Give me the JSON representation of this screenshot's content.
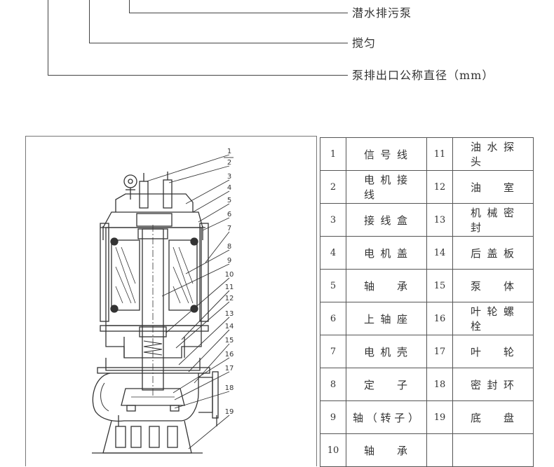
{
  "model_legend": {
    "items": [
      {
        "label": "潜水排污泵"
      },
      {
        "label": "搅匀"
      },
      {
        "label": "泵排出口公称直径（mm）"
      }
    ]
  },
  "diagram": {
    "callouts": [
      "1",
      "2",
      "3",
      "4",
      "5",
      "6",
      "7",
      "8",
      "9",
      "10",
      "11",
      "12",
      "13",
      "14",
      "15",
      "16",
      "17",
      "18",
      "19"
    ]
  },
  "parts": [
    {
      "no": "1",
      "name": "信号线"
    },
    {
      "no": "2",
      "name": "电机接线"
    },
    {
      "no": "3",
      "name": "接线盒"
    },
    {
      "no": "4",
      "name": "电机盖"
    },
    {
      "no": "5",
      "name": "轴承"
    },
    {
      "no": "6",
      "name": "上轴座"
    },
    {
      "no": "7",
      "name": "电机壳"
    },
    {
      "no": "8",
      "name": "定子"
    },
    {
      "no": "9",
      "name": "轴（转子）"
    },
    {
      "no": "10",
      "name": "轴承"
    },
    {
      "no": "11",
      "name": "油水探头"
    },
    {
      "no": "12",
      "name": "油室"
    },
    {
      "no": "13",
      "name": "机械密封"
    },
    {
      "no": "14",
      "name": "后盖板"
    },
    {
      "no": "15",
      "name": "泵体"
    },
    {
      "no": "16",
      "name": "叶轮螺栓"
    },
    {
      "no": "17",
      "name": "叶轮"
    },
    {
      "no": "18",
      "name": "密封环"
    },
    {
      "no": "19",
      "name": "底盘"
    }
  ]
}
